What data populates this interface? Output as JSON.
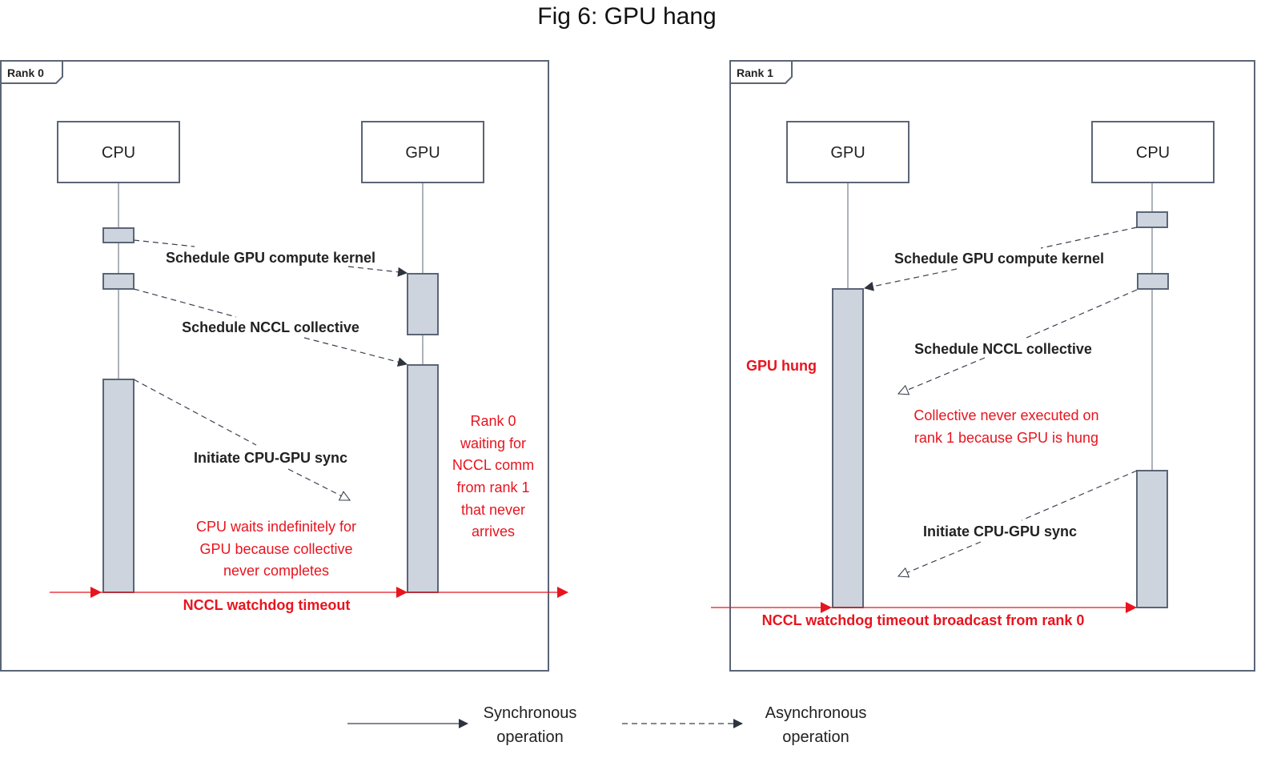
{
  "title": "Fig 6: GPU hang",
  "rank0": {
    "tab": "Rank 0",
    "participants": [
      "CPU",
      "GPU"
    ],
    "messages": [
      "Schedule GPU compute kernel",
      "Schedule NCCL collective",
      "Initiate CPU-GPU sync"
    ],
    "cpu_note": [
      "CPU waits indefinitely for",
      "GPU because collective",
      "never completes"
    ],
    "gpu_note": [
      "Rank 0",
      "waiting for",
      "NCCL comm",
      "from rank 1",
      "that never",
      "arrives"
    ],
    "timeout_label": "NCCL watchdog timeout"
  },
  "rank1": {
    "tab": "Rank 1",
    "participants": [
      "GPU",
      "CPU"
    ],
    "messages": [
      "Schedule GPU compute kernel",
      "Schedule NCCL collective",
      "Initiate CPU-GPU sync"
    ],
    "gpu_note": "GPU hung",
    "collective_note": [
      "Collective never executed on",
      "rank 1 because GPU is hung"
    ],
    "timeout_label": "NCCL watchdog timeout broadcast from rank 0"
  },
  "legend": {
    "sync": [
      "Synchronous",
      "operation"
    ],
    "async": [
      "Asynchronous",
      "operation"
    ]
  },
  "colors": {
    "accent_red": "#e8141e",
    "activation_fill": "#cdd4dd",
    "border": "#5b6577"
  }
}
